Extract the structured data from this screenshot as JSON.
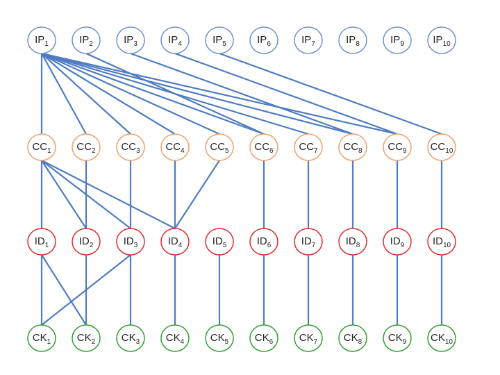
{
  "diagram": {
    "colors": {
      "edge": "#4f7cc2",
      "IP": "#6d93cf",
      "CC": "#f0a06a",
      "ID": "#e02b2b",
      "CK": "#2fa12f"
    },
    "rows": [
      {
        "prefix": "IP",
        "nodes": [
          {
            "base": "IP",
            "sub": "1"
          },
          {
            "base": "IP",
            "sub": "2"
          },
          {
            "base": "IP",
            "sub": "3"
          },
          {
            "base": "IP",
            "sub": "4"
          },
          {
            "base": "IP",
            "sub": "5"
          },
          {
            "base": "IP",
            "sub": "6"
          },
          {
            "base": "IP",
            "sub": "7"
          },
          {
            "base": "IP",
            "sub": "8"
          },
          {
            "base": "IP",
            "sub": "9"
          },
          {
            "base": "IP",
            "sub": "10"
          }
        ]
      },
      {
        "prefix": "CC",
        "nodes": [
          {
            "base": "CC",
            "sub": "1"
          },
          {
            "base": "CC",
            "sub": "2"
          },
          {
            "base": "CC",
            "sub": "3"
          },
          {
            "base": "CC",
            "sub": "4"
          },
          {
            "base": "CC",
            "sub": "5"
          },
          {
            "base": "CC",
            "sub": "6"
          },
          {
            "base": "CC",
            "sub": "7"
          },
          {
            "base": "CC",
            "sub": "8"
          },
          {
            "base": "CC",
            "sub": "9"
          },
          {
            "base": "CC",
            "sub": "10"
          }
        ]
      },
      {
        "prefix": "ID",
        "nodes": [
          {
            "base": "ID",
            "sub": "1"
          },
          {
            "base": "ID",
            "sub": "2"
          },
          {
            "base": "ID",
            "sub": "3"
          },
          {
            "base": "ID",
            "sub": "4"
          },
          {
            "base": "ID",
            "sub": "5"
          },
          {
            "base": "ID",
            "sub": "6"
          },
          {
            "base": "ID",
            "sub": "7"
          },
          {
            "base": "ID",
            "sub": "8"
          },
          {
            "base": "ID",
            "sub": "9"
          },
          {
            "base": "ID",
            "sub": "10"
          }
        ]
      },
      {
        "prefix": "CK",
        "nodes": [
          {
            "base": "CK",
            "sub": "1"
          },
          {
            "base": "CK",
            "sub": "2"
          },
          {
            "base": "CK",
            "sub": "3"
          },
          {
            "base": "CK",
            "sub": "4"
          },
          {
            "base": "CK",
            "sub": "5"
          },
          {
            "base": "CK",
            "sub": "6"
          },
          {
            "base": "CK",
            "sub": "7"
          },
          {
            "base": "CK",
            "sub": "8"
          },
          {
            "base": "CK",
            "sub": "9"
          },
          {
            "base": "CK",
            "sub": "10"
          }
        ]
      }
    ],
    "edges": [
      [
        "IP1",
        "CC1"
      ],
      [
        "IP1",
        "CC2"
      ],
      [
        "IP1",
        "CC3"
      ],
      [
        "IP1",
        "CC4"
      ],
      [
        "IP1",
        "CC5"
      ],
      [
        "IP1",
        "CC6"
      ],
      [
        "IP1",
        "CC7"
      ],
      [
        "IP1",
        "CC8"
      ],
      [
        "IP1",
        "CC9"
      ],
      [
        "IP2",
        "CC6"
      ],
      [
        "IP3",
        "CC8"
      ],
      [
        "IP4",
        "CC9"
      ],
      [
        "IP5",
        "CC10"
      ],
      [
        "CC1",
        "ID1"
      ],
      [
        "CC1",
        "ID2"
      ],
      [
        "CC1",
        "ID3"
      ],
      [
        "CC1",
        "ID4"
      ],
      [
        "CC2",
        "ID2"
      ],
      [
        "CC3",
        "ID3"
      ],
      [
        "CC4",
        "ID4"
      ],
      [
        "CC5",
        "ID4"
      ],
      [
        "CC6",
        "ID6"
      ],
      [
        "CC7",
        "ID7"
      ],
      [
        "CC8",
        "ID8"
      ],
      [
        "CC9",
        "ID9"
      ],
      [
        "CC10",
        "ID10"
      ],
      [
        "ID1",
        "CK1"
      ],
      [
        "ID1",
        "CK2"
      ],
      [
        "ID2",
        "CK2"
      ],
      [
        "ID3",
        "CK1"
      ],
      [
        "ID3",
        "CK3"
      ],
      [
        "ID4",
        "CK4"
      ],
      [
        "ID5",
        "CK5"
      ],
      [
        "ID6",
        "CK6"
      ],
      [
        "ID7",
        "CK7"
      ],
      [
        "ID8",
        "CK8"
      ],
      [
        "ID9",
        "CK9"
      ],
      [
        "ID10",
        "CK10"
      ]
    ]
  }
}
